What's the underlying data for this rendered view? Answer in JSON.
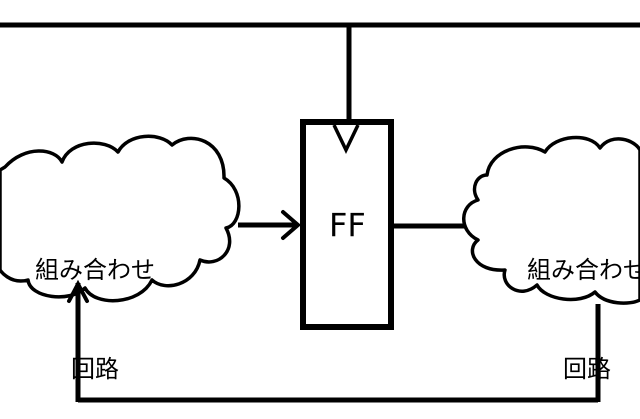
{
  "diagram": {
    "title": "",
    "nodes": [
      {
        "id": "comb-left",
        "type": "cloud",
        "label_lines": [
          "組み合わせ",
          "回路"
        ]
      },
      {
        "id": "ff",
        "type": "flip-flop",
        "label": "FF",
        "has_clock_input": true
      },
      {
        "id": "comb-right",
        "type": "cloud",
        "label_lines": [
          "組み合わせ",
          "回路"
        ]
      }
    ],
    "edges": [
      {
        "from": "clock-bus",
        "to": "ff",
        "kind": "clock"
      },
      {
        "from": "comb-left",
        "to": "ff",
        "kind": "arrow"
      },
      {
        "from": "ff",
        "to": "comb-right",
        "kind": "line"
      },
      {
        "from": "comb-right",
        "to": "comb-left",
        "kind": "feedback-arrow"
      }
    ],
    "colors": {
      "stroke": "#000000",
      "background": "#ffffff"
    }
  }
}
